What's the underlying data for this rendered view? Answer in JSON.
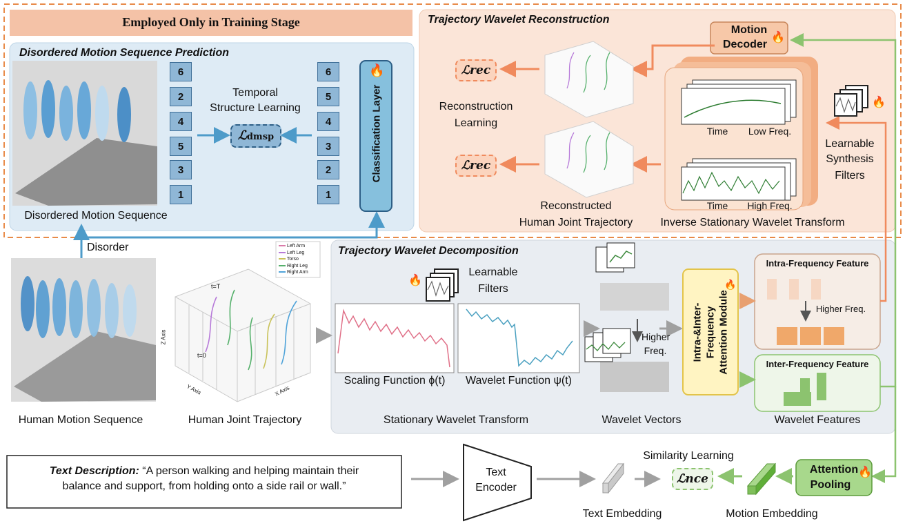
{
  "training": {
    "banner": "Employed Only in Training Stage",
    "dmsp": {
      "title": "Disordered Motion Sequence Prediction",
      "left_numbers": [
        "6",
        "2",
        "4",
        "5",
        "3",
        "1"
      ],
      "right_numbers": [
        "6",
        "5",
        "4",
        "3",
        "2",
        "1"
      ],
      "temporal_label_1": "Temporal",
      "temporal_label_2": "Structure Learning",
      "loss_main": "ℒ",
      "loss_sub": "dmsp",
      "classification_label": "Classification Layer",
      "sequence_caption": "Disordered Motion Sequence"
    },
    "twr": {
      "title": "Trajectory Wavelet Reconstruction",
      "decoder_line1": "Motion",
      "decoder_line2": "Decoder",
      "loss_rec_1": "ℒrec",
      "loss_rec_2": "ℒrec",
      "recon_learning_1": "Reconstruction",
      "recon_learning_2": "Learning",
      "recon_traj_1": "Reconstructed",
      "recon_traj_2": "Human Joint Trajectory",
      "iswt_label": "Inverse Stationary Wavelet Transform",
      "time_label_1": "Time",
      "low_freq": "Low Freq.",
      "time_label_2": "Time",
      "high_freq": "High Freq.",
      "synth_1": "Learnable",
      "synth_2": "Synthesis",
      "synth_3": "Filters"
    }
  },
  "disorder_label": "Disorder",
  "human_motion_caption": "Human Motion Sequence",
  "trajectory": {
    "caption": "Human Joint Trajectory",
    "legend": [
      "Left Arm",
      "Left Leg",
      "Torso",
      "Right Leg",
      "Right Arm"
    ],
    "legend_colors": [
      "#d97aa8",
      "#b77ad9",
      "#c9c25a",
      "#55b06b",
      "#4fa3d9"
    ],
    "t_T": "t=T",
    "t_0": "t=0",
    "z_axis": "Z Axis",
    "y_axis": "Y Axis",
    "x_axis": "X Axis"
  },
  "twd": {
    "title": "Trajectory Wavelet Decomposition",
    "learnable_1": "Learnable",
    "learnable_2": "Filters",
    "scaling_label": "Scaling Function ϕ(t)",
    "wavelet_label": "Wavelet Function ψ(t)",
    "swt_caption": "Stationary Wavelet Transform",
    "vectors_caption": "Wavelet Vectors",
    "higher_freq_1": "Higher",
    "higher_freq_2": "Freq.",
    "attention_line1": "Intra-&Inter-",
    "attention_line2": "Frequency",
    "attention_line3": "Attention Module",
    "intra_title": "Intra-Frequency Feature",
    "inter_title": "Inter-Frequency Feature",
    "higher_freq_label": "Higher Freq.",
    "features_caption": "Wavelet Features"
  },
  "bottom": {
    "text_desc_label": "Text Description:",
    "text_desc_body_1": " “A person walking and helping maintain their",
    "text_desc_body_2": "balance and support,  from holding onto a side rail or wall.”",
    "encoder_1": "Text",
    "encoder_2": "Encoder",
    "similarity": "Similarity Learning",
    "loss_nce": "ℒnce",
    "text_embedding": "Text Embedding",
    "motion_embedding": "Motion Embedding",
    "pooling_1": "Attention",
    "pooling_2": "Pooling"
  },
  "colors": {
    "blue_panel": "#deebf5",
    "peach_panel": "#fbe5d8",
    "gray_panel": "#e9edf2",
    "orange_arrow": "#f08a5d",
    "blue_arrow": "#4d9bc9",
    "green_arrow": "#8cc36f",
    "attention_yellow": "#fff4c2"
  }
}
